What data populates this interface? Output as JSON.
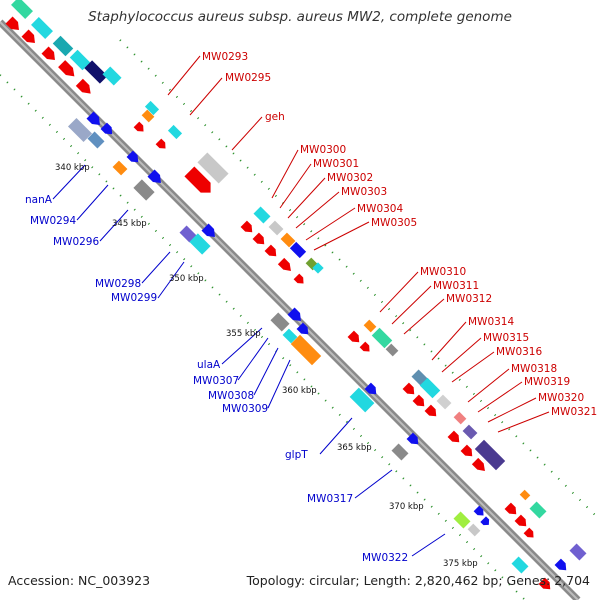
{
  "title": "Staphylococcus aureus subsp. aureus MW2, complete genome",
  "footer": {
    "accession": "Accession: NC_003923",
    "summary": "Topology: circular; Length: 2,820,462 bp; Genes: 2,704"
  },
  "colors": {
    "forward_label": "#cc0000",
    "reverse_label": "#0000cc",
    "backbone": "#8a8a8a",
    "tick_dots": "#1f8a1f"
  },
  "ticks": [
    "340 kbp",
    "345 kbp",
    "350 kbp",
    "355 kbp",
    "360 kbp",
    "365 kbp",
    "370 kbp",
    "375 kbp"
  ],
  "forward_labels": [
    "MW0293",
    "MW0295",
    "geh",
    "MW0300",
    "MW0301",
    "MW0302",
    "MW0303",
    "MW0304",
    "MW0305",
    "MW0310",
    "MW0311",
    "MW0312",
    "MW0314",
    "MW0315",
    "MW0316",
    "MW0318",
    "MW0319",
    "MW0320",
    "MW0321"
  ],
  "reverse_labels": [
    "nanA",
    "MW0294",
    "MW0296",
    "MW0298",
    "MW0299",
    "ulaA",
    "MW0307",
    "MW0308",
    "MW0309",
    "glpT",
    "MW0317",
    "MW0322"
  ]
}
